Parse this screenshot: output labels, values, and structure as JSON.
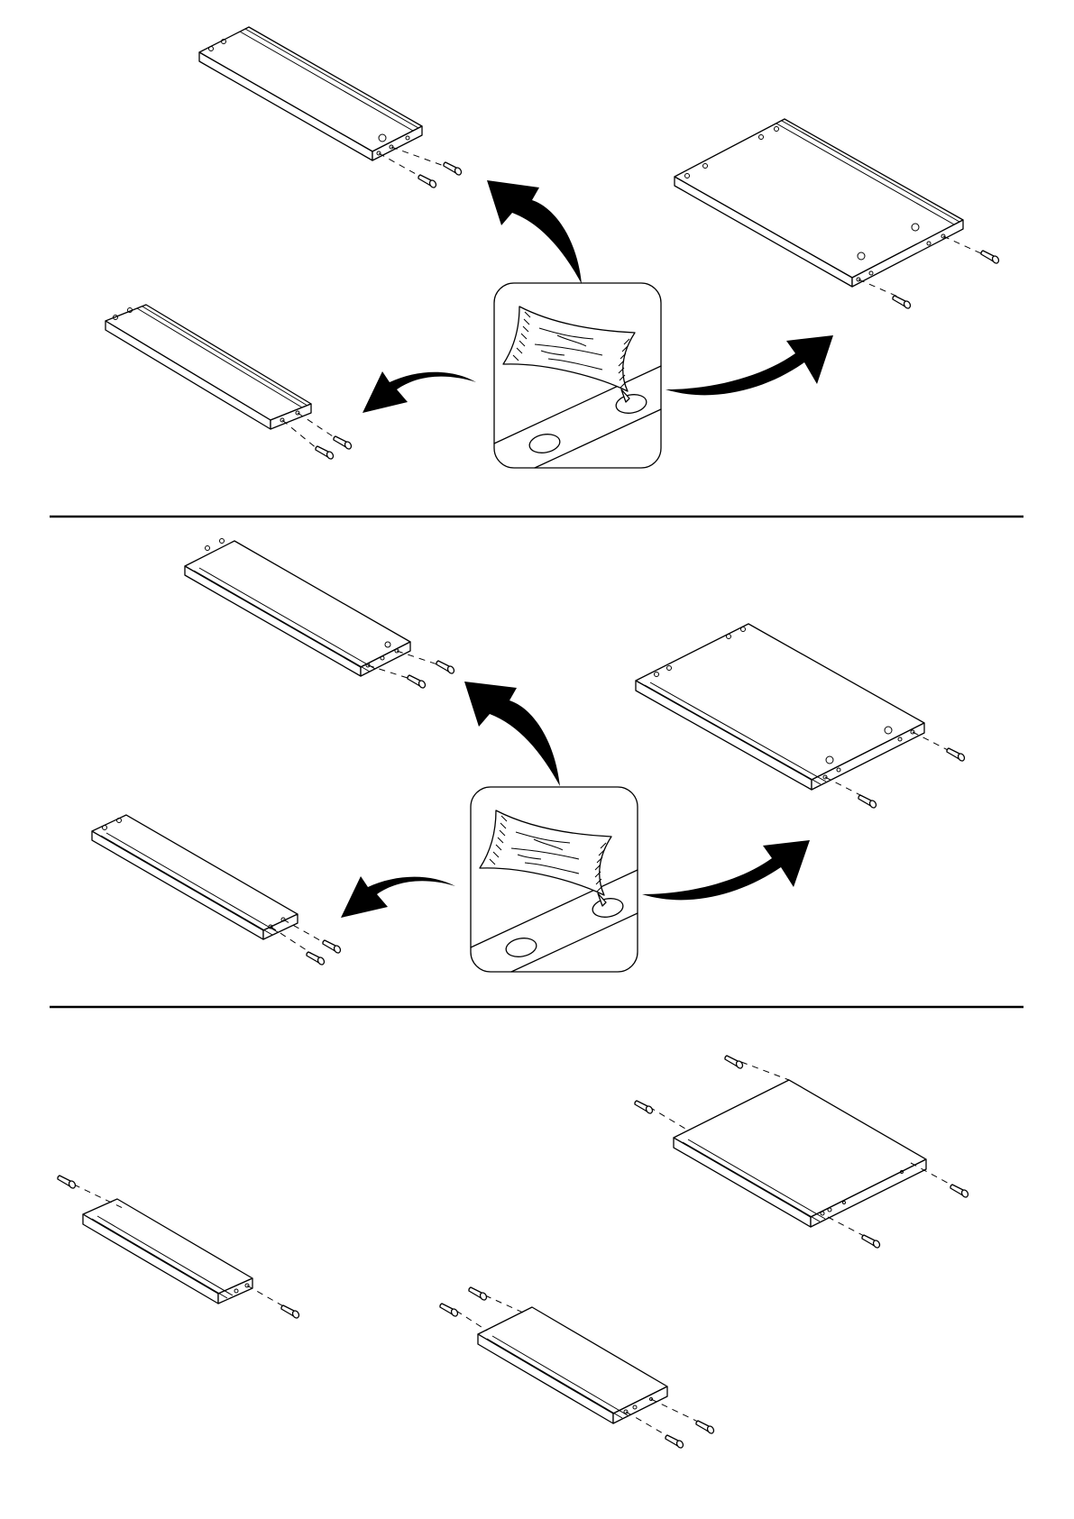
{
  "figure": {
    "sections": [
      {
        "id": "step-1",
        "boards": [
          "small-board",
          "medium-board",
          "large-board"
        ],
        "action": "apply-glue-to-dowel-holes"
      },
      {
        "id": "step-2",
        "boards": [
          "small-board",
          "medium-board",
          "large-board"
        ],
        "action": "apply-glue-to-dowel-holes"
      },
      {
        "id": "step-3",
        "boards": [
          "small-board",
          "medium-board",
          "large-board"
        ],
        "action": "insert-dowels"
      }
    ],
    "icons": [
      "glue-detail-icon",
      "curved-arrow-icon",
      "dowel-icon",
      "board-panel-icon"
    ]
  }
}
